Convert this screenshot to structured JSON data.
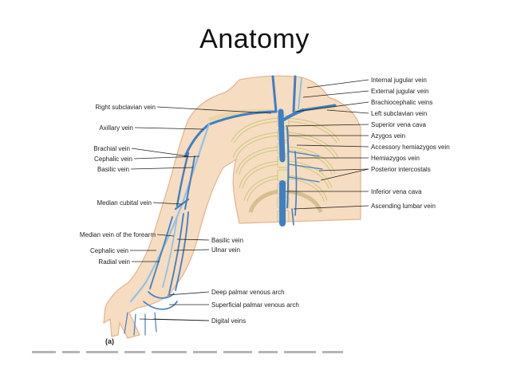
{
  "title": "Anatomy",
  "panel_letter": "(a)",
  "labels_left": [
    "Right subclavian vein",
    "Axillary vein",
    "Brachial vein",
    "Cephalic vein",
    "Basilic vein",
    "Median cubital vein",
    "Median vein of the forearm",
    "Cephalic vein",
    "Radial vein"
  ],
  "labels_right": [
    "Internal jugular vein",
    "External jugular vein",
    "Brachiocephalic veins",
    "Left subclavian vein",
    "Superior vena cava",
    "Azygos vein",
    "Accessory hemiazygos vein",
    "Hemiazygos vein",
    "Posterior intercostals",
    "Inferior vena cava",
    "Ascending lumbar vein"
  ],
  "labels_bottom": [
    "Basilic vein",
    "Ulnar vein",
    "Deep palmar venous arch",
    "Superficial palmar venous arch",
    "Digital veins"
  ],
  "colors": {
    "skin": "#f6dcc0",
    "skin_edge": "#e2b48f",
    "rib": "#efe2b8",
    "rib_edge": "#cdb57e",
    "vein": "#3f7fc4",
    "vein_light": "#8fc3e8"
  }
}
